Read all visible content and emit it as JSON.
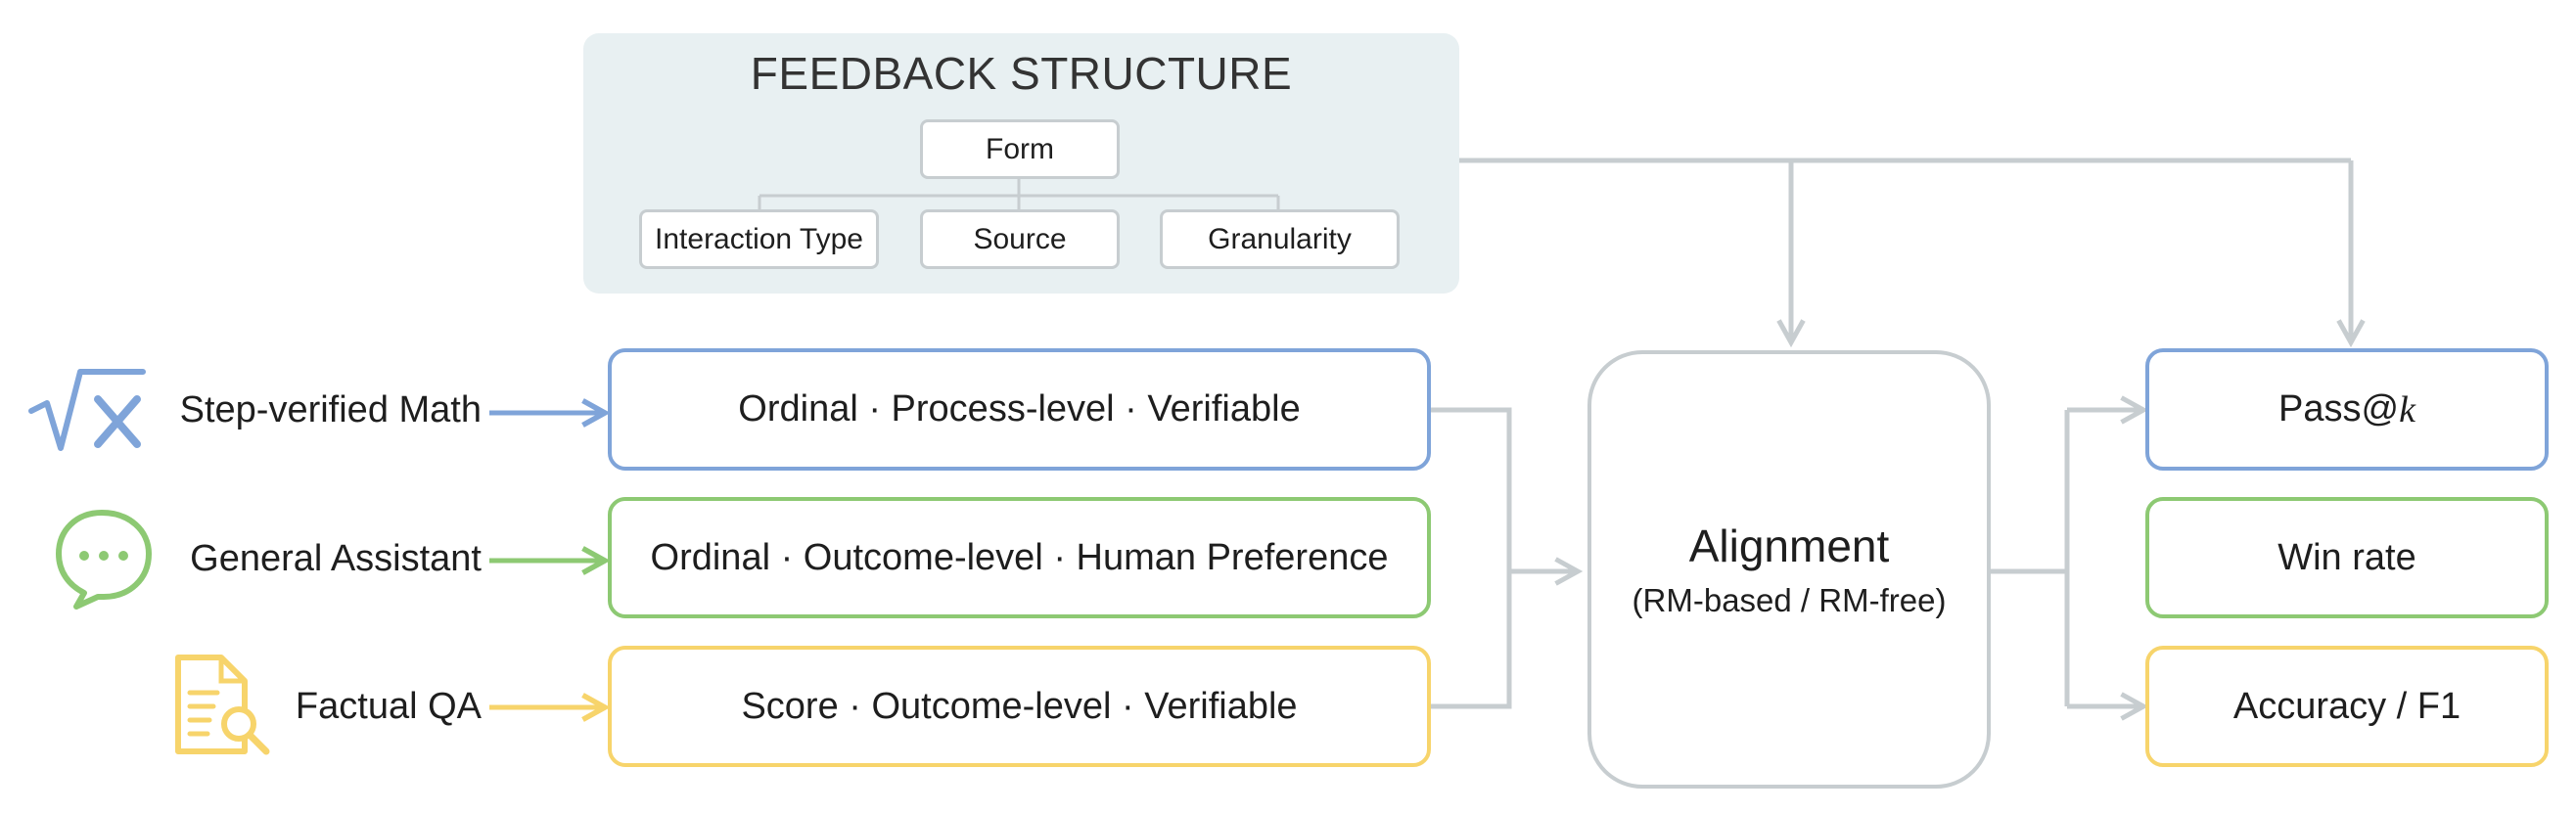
{
  "feedback_structure": {
    "title": "FEEDBACK STRUCTURE",
    "root": "Form",
    "children": [
      "Interaction Type",
      "Source",
      "Granularity"
    ]
  },
  "tasks": [
    {
      "label": "Step-verified Math",
      "icon": "square-root-x-icon",
      "color": "#7fa4d9",
      "feedback": "Ordinal · Process-level · Verifiable"
    },
    {
      "label": "General Assistant",
      "icon": "chat-bubble-icon",
      "color": "#8dc973",
      "feedback": "Ordinal · Outcome-level · Human Preference"
    },
    {
      "label": "Factual QA",
      "icon": "document-search-icon",
      "color": "#f7d46b",
      "feedback": "Score · Outcome-level · Verifiable"
    }
  ],
  "alignment": {
    "title": "Alignment",
    "subtitle": "(RM-based / RM-free)"
  },
  "metrics": [
    {
      "prefix": "Pass@",
      "var": "k",
      "color": "#7fa4d9"
    },
    {
      "prefix": "Win rate",
      "var": "",
      "color": "#8dc973"
    },
    {
      "prefix": "Accuracy / F1",
      "var": "",
      "color": "#f7d46b"
    }
  ],
  "connector_color": "#c7cdd0",
  "panel_color": "#e8f0f2"
}
